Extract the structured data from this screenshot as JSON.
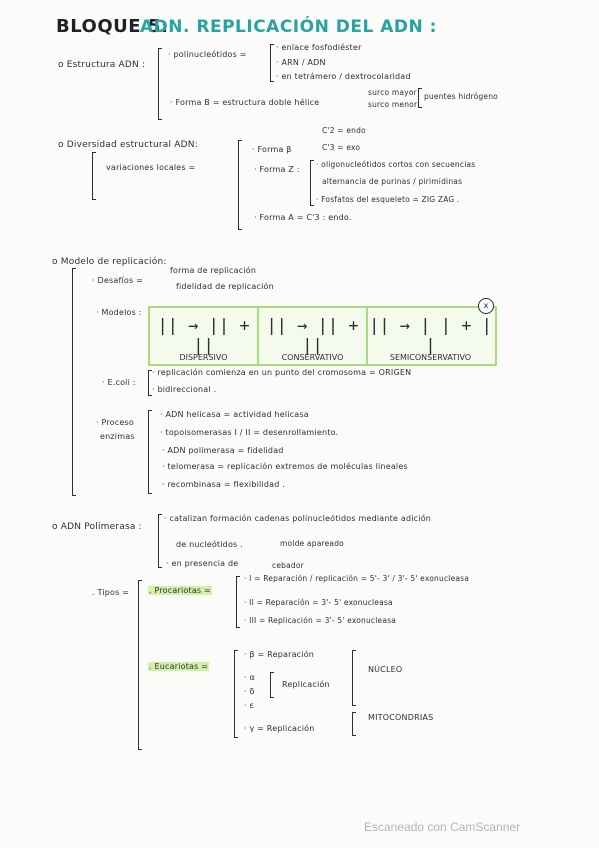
{
  "title": {
    "prefix": "BLOQUE 5:",
    "main": "ADN. REPLICACIÓN DEL ADN :"
  },
  "estructura": {
    "label": "o Estructura ADN :",
    "polinucleotidos": "· polinucleótidos =",
    "poli_items": [
      "· enlace fosfodiéster",
      "· ARN / ADN",
      "· en tetrámero / dextrocolaridad"
    ],
    "forma_b": "· Forma B = estructura doble hélice",
    "surcos": [
      "surco mayor",
      "surco menor"
    ],
    "puentes": "puentes hidrógeno"
  },
  "diversidad": {
    "label": "o Diversidad estructural ADN:",
    "variaciones": "variaciones locales =",
    "forma_b": "· Forma β",
    "c2": "C'2 = endo",
    "c3": "C'3 = exo",
    "forma_z": "· Forma Z :",
    "z_items": [
      "· oligonucleótidos cortos con secuencias",
      "alternancia de purinas / pirimidinas",
      "· Fosfatos del esqueleto = ZIG ZAG ."
    ],
    "forma_a": "· Forma A = C'3 : endo."
  },
  "modelo": {
    "label": "o Modelo de replicación:",
    "desafios": "· Desafíos =",
    "desafios_items": [
      "forma de replicación",
      "fidelidad de replicación"
    ],
    "modelos": "· Modelos :",
    "models": [
      {
        "glyph": "|| → || + ||",
        "label": "DISPERSIVO"
      },
      {
        "glyph": "|| → || + ||",
        "label": "CONSERVATIVO"
      },
      {
        "glyph": "|| → | | + | |",
        "label": "SEMICONSERVATIVO"
      }
    ],
    "close": "x",
    "ecoli": "· E.coli :",
    "ecoli_items": [
      "· replicación comienza en un punto del cromosoma = ORIGEN",
      "· bidireccional ."
    ],
    "proceso": [
      "· Proceso",
      "enzimas"
    ],
    "proceso_items": [
      "· ADN helicasa = actividad helicasa",
      "· topoisomerasas I / II = desenrollamiento.",
      "· ADN polimerasa = fidelidad",
      "· telomerasa = replicación extremos de moléculas lineales",
      "· recombinasa = flexibilidad ."
    ]
  },
  "polimerasa": {
    "label": "o ADN Polimerasa :",
    "items": [
      "· catalizan formación cadenas polinucleótidos mediante adición",
      "de nucleótidos .",
      "· en presencia de"
    ],
    "molde": "molde apareado",
    "cebador": "cebador",
    "tipos": ". Tipos =",
    "procariotas": ". Procariotas =",
    "pro_items": [
      "· I = Reparación / replicación = 5'- 3' / 3'- 5' exonucleasa",
      "· II = Reparación  = 3'- 5' exonucleasa",
      "· III = Replicación  = 3'- 5' exonucleasa"
    ],
    "eucariotas": ". Eucariotas =",
    "euc_items": [
      "· β = Reparación",
      "· α",
      "· δ",
      "· ε",
      "· γ = Replicación"
    ],
    "replicacion_mid": "Replicación",
    "nucleo": "NÚCLEO",
    "mitocondrias": "MITOCONDRIAS"
  },
  "footer": "Escaneado con CamScanner",
  "colors": {
    "title_green": "#27a3a0",
    "highlight": "#d3f0a6",
    "box_border": "#a9dc7a"
  }
}
